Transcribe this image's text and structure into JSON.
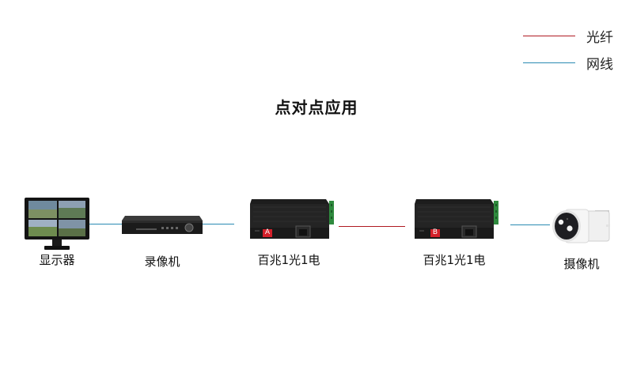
{
  "legend": [
    {
      "label": "光纤",
      "color": "#b01a22"
    },
    {
      "label": "网线",
      "color": "#2a8ab2"
    }
  ],
  "title": "点对点应用",
  "devices": {
    "monitor": {
      "label": "显示器"
    },
    "recorder": {
      "label": "录像机"
    },
    "converter_a": {
      "label": "百兆1光1电",
      "port_badge": "A"
    },
    "converter_b": {
      "label": "百兆1光1电",
      "port_badge": "B"
    },
    "camera": {
      "label": "摄像机"
    }
  }
}
